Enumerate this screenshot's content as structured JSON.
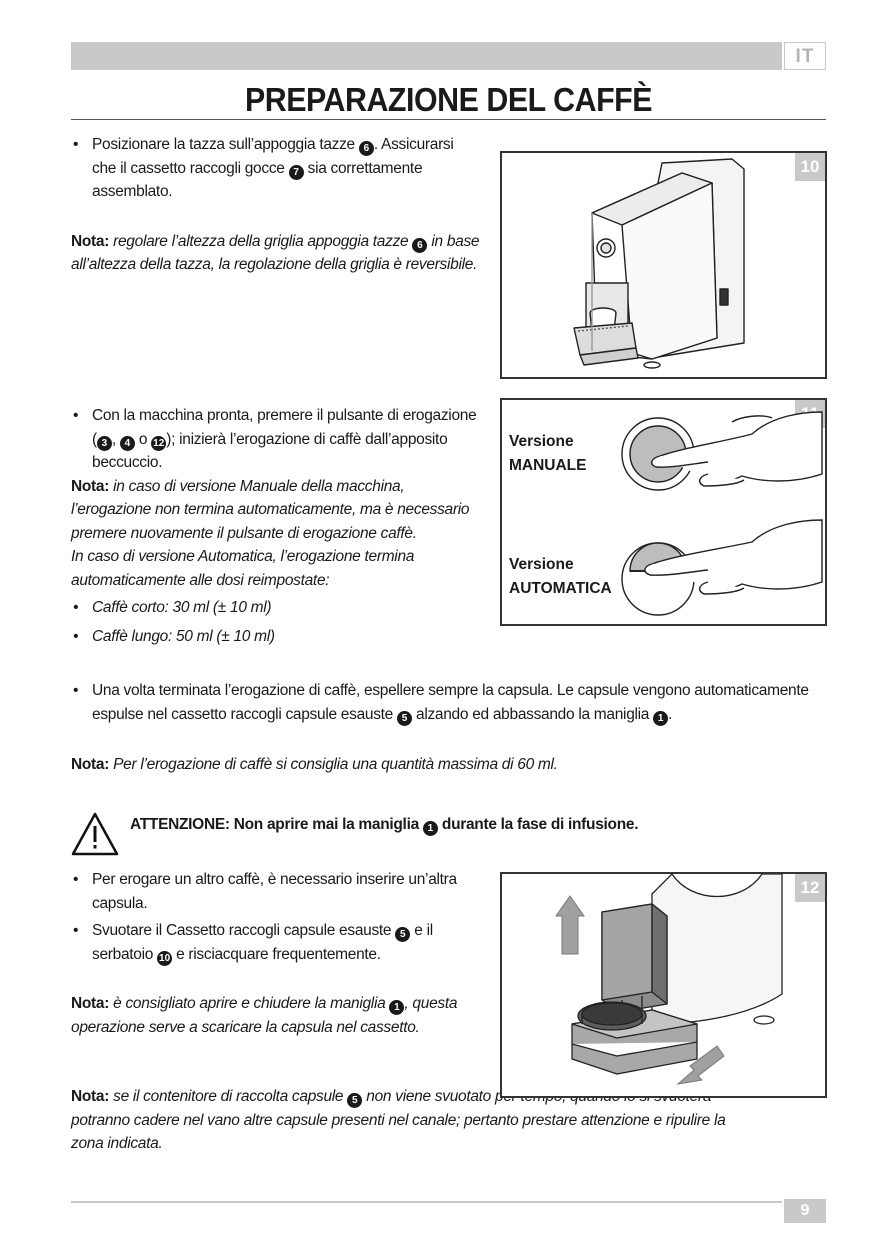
{
  "header": {
    "lang": "IT",
    "title": "PREPARAZIONE DEL CAFFÈ"
  },
  "section1": {
    "b1_pre": "Posizionare la tazza sull’appoggia tazze ",
    "b1_n1": "6",
    "b1_mid": ". Assicurarsi che il cassetto raccogli gocce ",
    "b1_n2": "7",
    "b1_post": " sia correttamente assemblato.",
    "nota_label": "Nota:",
    "nota_pre": " regolare l’altezza della griglia appoggia tazze ",
    "nota_n": "6",
    "nota_post": " in base all’altezza della tazza, la regolazione della griglia è reversibile."
  },
  "section2": {
    "b_pre": "Con la macchina pronta, premere il pulsante di erogazione (",
    "b_n1": "3",
    "b_sep1": ", ",
    "b_n2": "4",
    "b_sep2": " o ",
    "b_n3": "12",
    "b_post": "); inizierà l’erogazione di caffè dall’apposito beccuccio.",
    "nota_label": "Nota:",
    "nota_text": " in caso di versione Manuale della macchina, l’erogazione non termina automaticamente, ma è necessario premere nuovamente il pulsante di erogazione caffè.",
    "auto_text": "In caso di versione Automatica, l’erogazione termina automaticamente alle dosi reimpostate:",
    "dose1": "Caffè corto: 30 ml (± 10 ml)",
    "dose2": "Caffè lungo: 50 ml (± 10 ml)"
  },
  "section3": {
    "b_pre": "Una volta terminata l’erogazione di caffè, espellere sempre la capsula. Le capsule vengono automaticamente espulse nel cassetto raccogli capsule esauste ",
    "b_n1": "5",
    "b_mid": " alzando ed abbassando la maniglia ",
    "b_n2": "1",
    "b_post": ".",
    "nota_label": "Nota:",
    "nota_text": " Per l’erogazione di caffè si consiglia una quantità massima di 60 ml."
  },
  "warning": {
    "pre": "ATTENZIONE: Non aprire mai la maniglia ",
    "n": "1",
    "post": " durante la fase di infusione."
  },
  "section4": {
    "b1": "Per erogare un altro caffè, è necessario inserire un’altra capsula.",
    "b2_pre": "Svuotare il Cassetto raccogli capsule esauste ",
    "b2_n1": "5",
    "b2_mid": " e il serbatoio ",
    "b2_n2": "10",
    "b2_post": " e risciacquare frequentemente.",
    "nota1_label": "Nota:",
    "nota1_pre": " è consigliato aprire e chiudere la maniglia ",
    "nota1_n": "1",
    "nota1_post": ", questa operazione serve a scaricare la capsula nel cassetto.",
    "nota2_label": "Nota:",
    "nota2_pre": " se il contenitore di raccolta capsule ",
    "nota2_n": "5",
    "nota2_post": " non viene svuotato per tempo, quando lo si svuoterà potranno cadere nel vano altre capsule presenti nel canale; pertanto prestare attenzione e ripulire la zona indicata."
  },
  "figures": {
    "fig10": "10",
    "fig11": "11",
    "fig12": "12",
    "ver_manual_1": "Versione",
    "ver_manual_2": "MANUALE",
    "ver_auto_1": "Versione",
    "ver_auto_2": "AUTOMATICA"
  },
  "footer": {
    "page": "9"
  }
}
